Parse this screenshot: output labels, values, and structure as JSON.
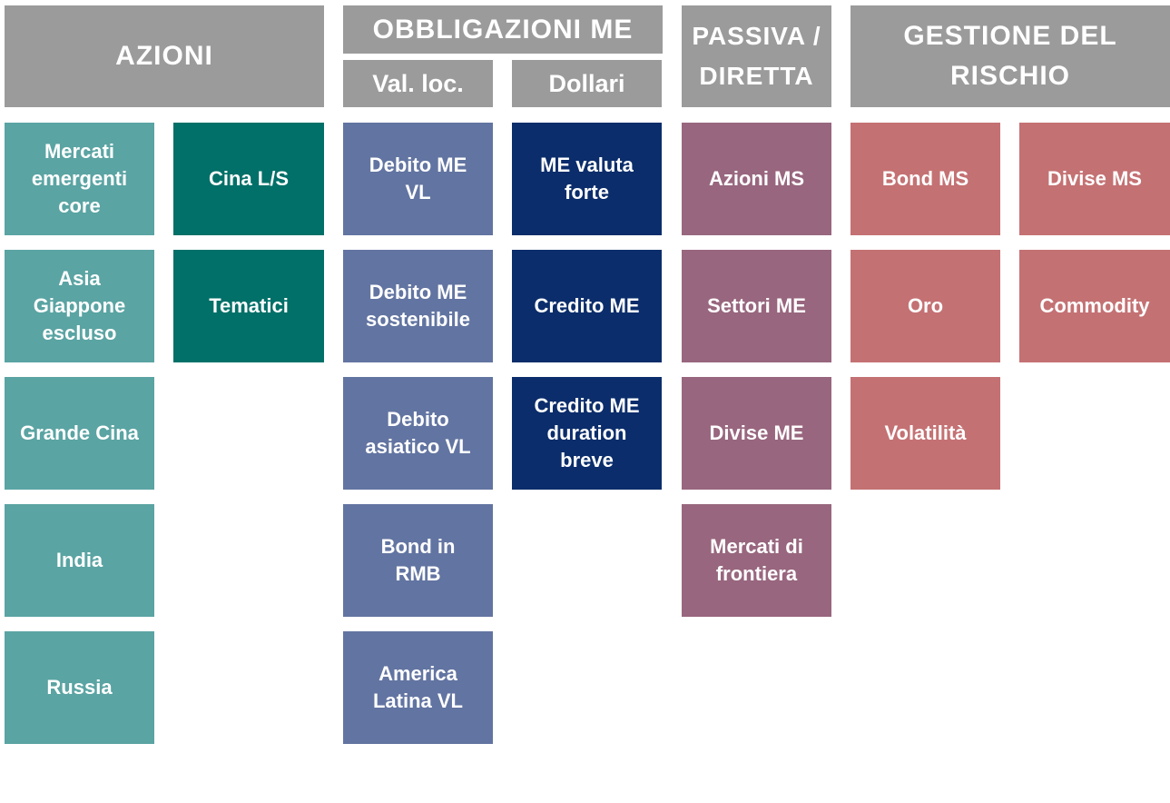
{
  "headers": {
    "azioni": "AZIONI",
    "obbligazioni": "OBBLIGAZIONI ME",
    "val_loc": "Val. loc.",
    "dollari": "Dollari",
    "passiva": "PASSIVA /\nDIRETTA",
    "rischio": "GESTIONE DEL RISCHIO"
  },
  "azioni_col1": [
    "Mercati\nemergenti\ncore",
    "Asia\nGiappone\nescluso",
    "Grande Cina",
    "India",
    "Russia"
  ],
  "azioni_col2": [
    "Cina L/S",
    "Tematici"
  ],
  "val_loc": [
    "Debito ME\nVL",
    "Debito ME\nsostenibile",
    "Debito\nasiatico VL",
    "Bond in\nRMB",
    "America\nLatina VL"
  ],
  "dollari": [
    "ME valuta\nforte",
    "Credito ME",
    "Credito ME\nduration\nbreve"
  ],
  "passiva": [
    "Azioni MS",
    "Settori ME",
    "Divise ME",
    "Mercati di\nfrontiera"
  ],
  "rischio_col1": [
    "Bond MS",
    "Oro",
    "Volatilità"
  ],
  "rischio_col2": [
    "Divise MS",
    "Commodity"
  ],
  "colors": {
    "header": "#9b9b9b",
    "azioni_light": "#5aa4a3",
    "azioni_dark": "#007068",
    "val_loc": "#6274a1",
    "dollari": "#0b2d6b",
    "passiva": "#98667e",
    "rischio": "#c47173"
  }
}
